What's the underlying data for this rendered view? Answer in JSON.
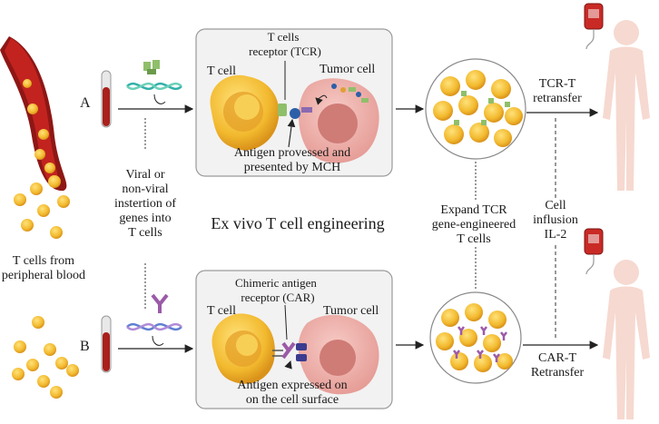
{
  "labels": {
    "left_caption_line1": "T cells from",
    "left_caption_line2": "peripheral blood",
    "path_a": "A",
    "path_b": "B",
    "insertion_line1": "Viral or",
    "insertion_line2": "non-viral",
    "insertion_line3": "instertion of",
    "insertion_line4": "genes into",
    "insertion_line5": "T cells",
    "center_title": "Ex vivo T cell engineering",
    "top_box": {
      "tcr_line1": "T cells",
      "tcr_line2": "receptor (TCR)",
      "t_cell": "T cell",
      "tumor_cell": "Tumor cell",
      "antigen_line1": "Antigen provessed and",
      "antigen_line2": "presented by MCH"
    },
    "bottom_box": {
      "car_line1": "Chimeric antigen",
      "car_line2": "receptor (CAR)",
      "t_cell": "T cell",
      "tumor_cell": "Tumor cell",
      "antigen_line1": "Antigen expressed on",
      "antigen_line2": "on the cell surface"
    },
    "expand_line1": "Expand TCR",
    "expand_line2": "gene-engineered",
    "expand_line3": "T cells",
    "tcr_retransfer_line1": "TCR-T",
    "tcr_retransfer_line2": "retransfer",
    "infusion_line1": "Cell",
    "infusion_line2": "influsion",
    "infusion_line3": "IL-2",
    "car_retransfer_line1": "CAR-T",
    "car_retransfer_line2": "Retransfer"
  },
  "colors": {
    "t_cell": "#f3c43a",
    "t_cell_nucleus": "#e09a1a",
    "tumor_cell": "#f0b4ae",
    "tumor_nucleus": "#c96a66",
    "blood": "#b8201c",
    "box_fill": "#f2f2f2",
    "box_border": "#9a9a9a",
    "body": "#f6d9d0",
    "tcr_receptor": "#8fbf6a",
    "car_receptor": "#9b5aa8",
    "dna_a": "#2fb0a8",
    "dna_b": "#5f7fd0"
  },
  "icons": {
    "blood_vessel": "blood-vessel-icon",
    "tube": "blood-tube-icon",
    "dna": "dna-helix-icon",
    "blood_bag": "blood-bag-icon",
    "human": "human-body-icon"
  }
}
